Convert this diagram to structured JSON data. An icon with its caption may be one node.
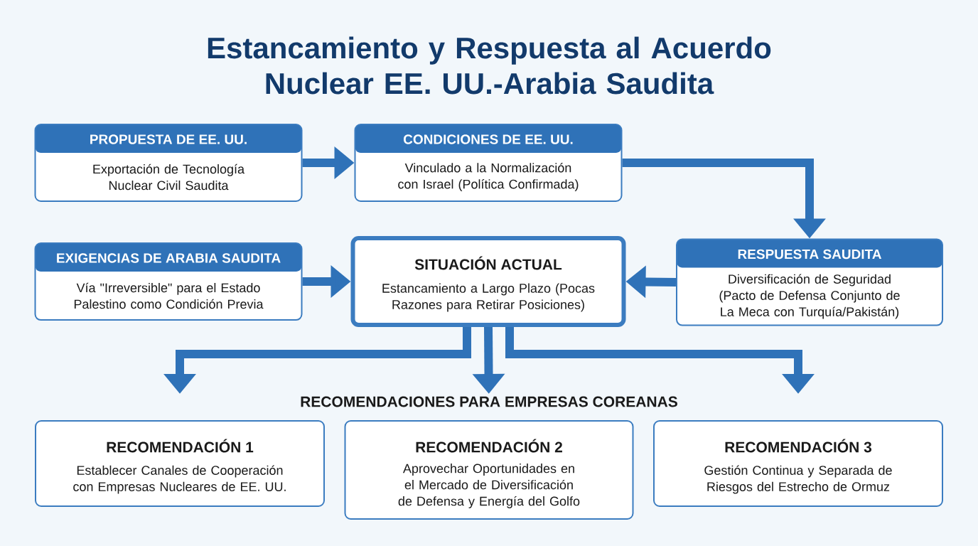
{
  "diagram": {
    "title": "Estancamiento y Respuesta al Acuerdo Nuclear EE. UU.-Arabia Saudita",
    "nodes": [
      {
        "text": [
          "PROPUESTA DE EE. UU.",
          "Exportación de Tecnología Nuclear Civil Saudita"
        ]
      },
      {
        "text": [
          "CONDICIONES DE EE. UU.",
          "Vinculado a la Normalización con Israel (Política Confirmada)"
        ]
      },
      {
        "text": [
          "EXIGENCIAS DE ARABIA SAUDITA",
          "Vía \"Irreversible\" para el Estado Palestino como Condición Previa"
        ]
      },
      {
        "text": [
          "SITUACIÓN ACTUAL",
          "Estancamiento a Largo Plazo (Pocas Razones para Retirar Posiciones)"
        ]
      },
      {
        "text": [
          "RESPUESTA SAUDITA",
          "Diversificación de Seguridad (Pacto de Defensa Conjunto de La Meca con Turquía/Pakistán)"
        ]
      },
      {
        "text": [
          "RECOMENDACIÓN 1",
          "Establecer Canales de Cooperación con Empresas Nucleares de EE. UU."
        ]
      },
      {
        "text": [
          "RECOMENDACIÓN 2",
          "Aprovechar Oportunidades en el Mercado de Diversificación de Defensa y Energía del Golfo"
        ]
      },
      {
        "text": [
          "RECOMENDACIÓN 3",
          "Gestión Continua y Separada de Riesgos del Estrecho de Ormuz"
        ]
      }
    ],
    "edges": [
      {
        "from": 0,
        "to": 1,
        "arrow": "to"
      },
      {
        "from": 1,
        "to": 4,
        "arrow": "to"
      },
      {
        "from": 2,
        "to": 3,
        "arrow": "to"
      },
      {
        "from": 4,
        "to": 3,
        "arrow": "to"
      },
      {
        "from": 3,
        "to": 5,
        "arrow": "to"
      },
      {
        "from": 3,
        "to": 6,
        "arrow": "to"
      },
      {
        "from": 3,
        "to": 7,
        "arrow": "to"
      }
    ],
    "labels": [
      "RECOMENDACIONES PARA EMPRESAS COREANAS"
    ]
  }
}
